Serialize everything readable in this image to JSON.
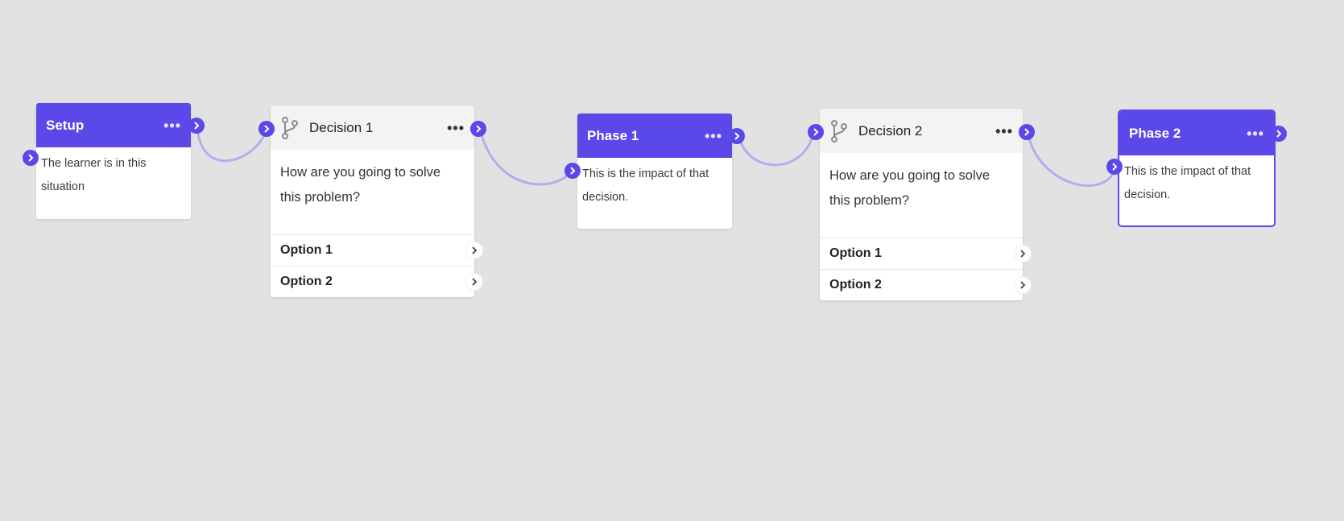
{
  "colors": {
    "accent": "#5b48e8",
    "connector": "#b6abee",
    "canvas": "#e2e2e2"
  },
  "nodes": {
    "setup": {
      "title": "Setup",
      "menu": "•••",
      "text": "The learner is in this situation"
    },
    "decision1": {
      "title": "Decision 1",
      "menu": "•••",
      "question": "How are you going to solve this problem?",
      "options": [
        "Option 1",
        "Option 2"
      ]
    },
    "phase1": {
      "title": "Phase 1",
      "menu": "•••",
      "text": "This is the impact of that decision."
    },
    "decision2": {
      "title": "Decision 2",
      "menu": "•••",
      "question": "How are you going to solve this problem?",
      "options": [
        "Option 1",
        "Option 2"
      ]
    },
    "phase2": {
      "title": "Phase 2",
      "menu": "•••",
      "text": "This is the impact of that decision.",
      "selected": true
    }
  },
  "icons": {
    "menu": "more-horizontal-icon",
    "branch": "git-branch-icon",
    "port": "chevron-right-icon"
  }
}
